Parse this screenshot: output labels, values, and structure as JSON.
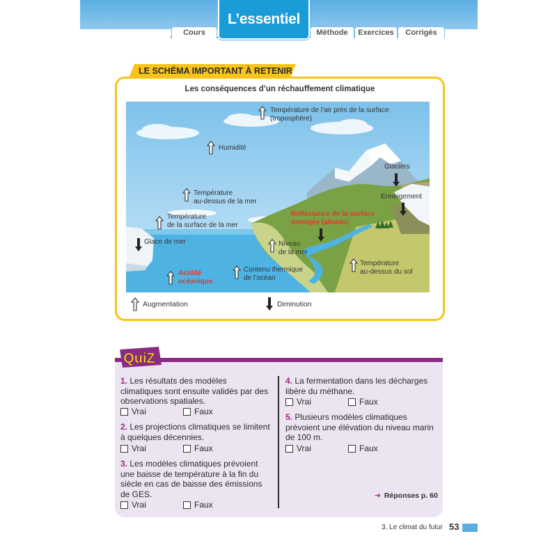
{
  "header": {
    "tabs": [
      {
        "label": "Cours"
      },
      {
        "label": "L’essentiel"
      },
      {
        "label": "Méthode"
      },
      {
        "label": "Exercices"
      },
      {
        "label": "Corrigés"
      }
    ]
  },
  "schema": {
    "tag": "LE SCHÉMA IMPORTANT À RETENIR",
    "title": "Les conséquences d’un réchauffement climatique",
    "labels": {
      "air_temp": "Température de l’air près de la surface\n(troposphère)",
      "humidity": "Humidité",
      "temp_above_sea": "Température\nau-dessus de la mer",
      "sea_surface_temp": "Température\nde la surface de la mer",
      "sea_ice": "Glace de mer",
      "acidity": "Acidité\nocéanique",
      "ocean_heat": "Contenu thermique\nde l’océan",
      "sea_level": "Niveau\nde la mer",
      "albedo": "Réflectance de la surface\némergée (albédo)",
      "glaciers": "Glaciers",
      "snow_cover": "Enneigement",
      "ground_temp": "Température\nau-dessus du sol"
    },
    "legend": {
      "increase": "Augmentation",
      "decrease": "Diminution"
    }
  },
  "quiz": {
    "logo": "QuiZ",
    "questions": [
      {
        "num": "1.",
        "text": "Les résultats des modèles climatiques sont ensuite validés par des observations spatiales."
      },
      {
        "num": "2.",
        "text": "Les projections climatiques se limitent à quelques décennies."
      },
      {
        "num": "3.",
        "text": "Les modèles climatiques prévoient une baisse de température à la fin du siècle en cas de baisse des émissions de GES."
      },
      {
        "num": "4.",
        "text": "La fermentation dans les décharges libère du méthane."
      },
      {
        "num": "5.",
        "text": "Plusieurs modèles climatiques prévoient une élévation du niveau marin de 100 m."
      }
    ],
    "true_label": "Vrai",
    "false_label": "Faux",
    "answers_link": "Réponses p. 60"
  },
  "footer": {
    "chapter": "3. Le climat du futur",
    "page": "53"
  },
  "colors": {
    "accent_blue": "#1a9cd8",
    "schema_yellow": "#f7c41a",
    "quiz_purple": "#8c2b84",
    "quiz_bg": "#ece4f0",
    "increase_arrow": "#ffffff",
    "decrease_arrow": "#222222"
  }
}
